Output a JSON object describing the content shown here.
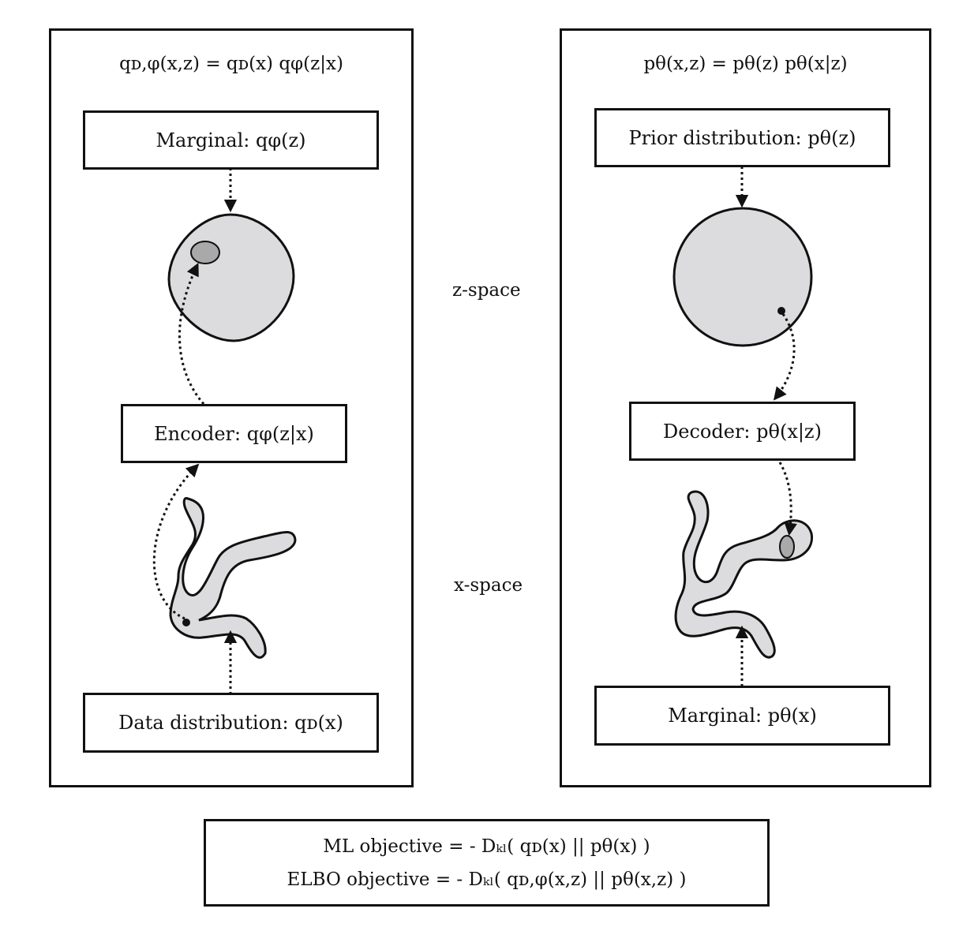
{
  "left_panel": {
    "formula": "qᴅ,φ(x,z) = qᴅ(x) qφ(z|x)",
    "marginal_box": "Marginal: qφ(z)",
    "encoder_box": "Encoder: qφ(z|x)",
    "data_box": "Data distribution: qᴅ(x)"
  },
  "right_panel": {
    "formula": "pθ(x,z) = pθ(z) pθ(x|z)",
    "prior_box": "Prior distribution: pθ(z)",
    "decoder_box": "Decoder: pθ(x|z)",
    "marginal_box": "Marginal: pθ(x)"
  },
  "labels": {
    "z_space": "z-space",
    "x_space": "x-space"
  },
  "objectives": {
    "ml": "ML objective = - Dₖₗ( qᴅ(x) || pθ(x) )",
    "elbo": "ELBO objective = - Dₖₗ( qᴅ,φ(x,z) || pθ(x,z) )"
  },
  "colors": {
    "blob_fill": "#dcdcde",
    "region_fill": "#a9a9a9",
    "stroke": "#111111"
  }
}
